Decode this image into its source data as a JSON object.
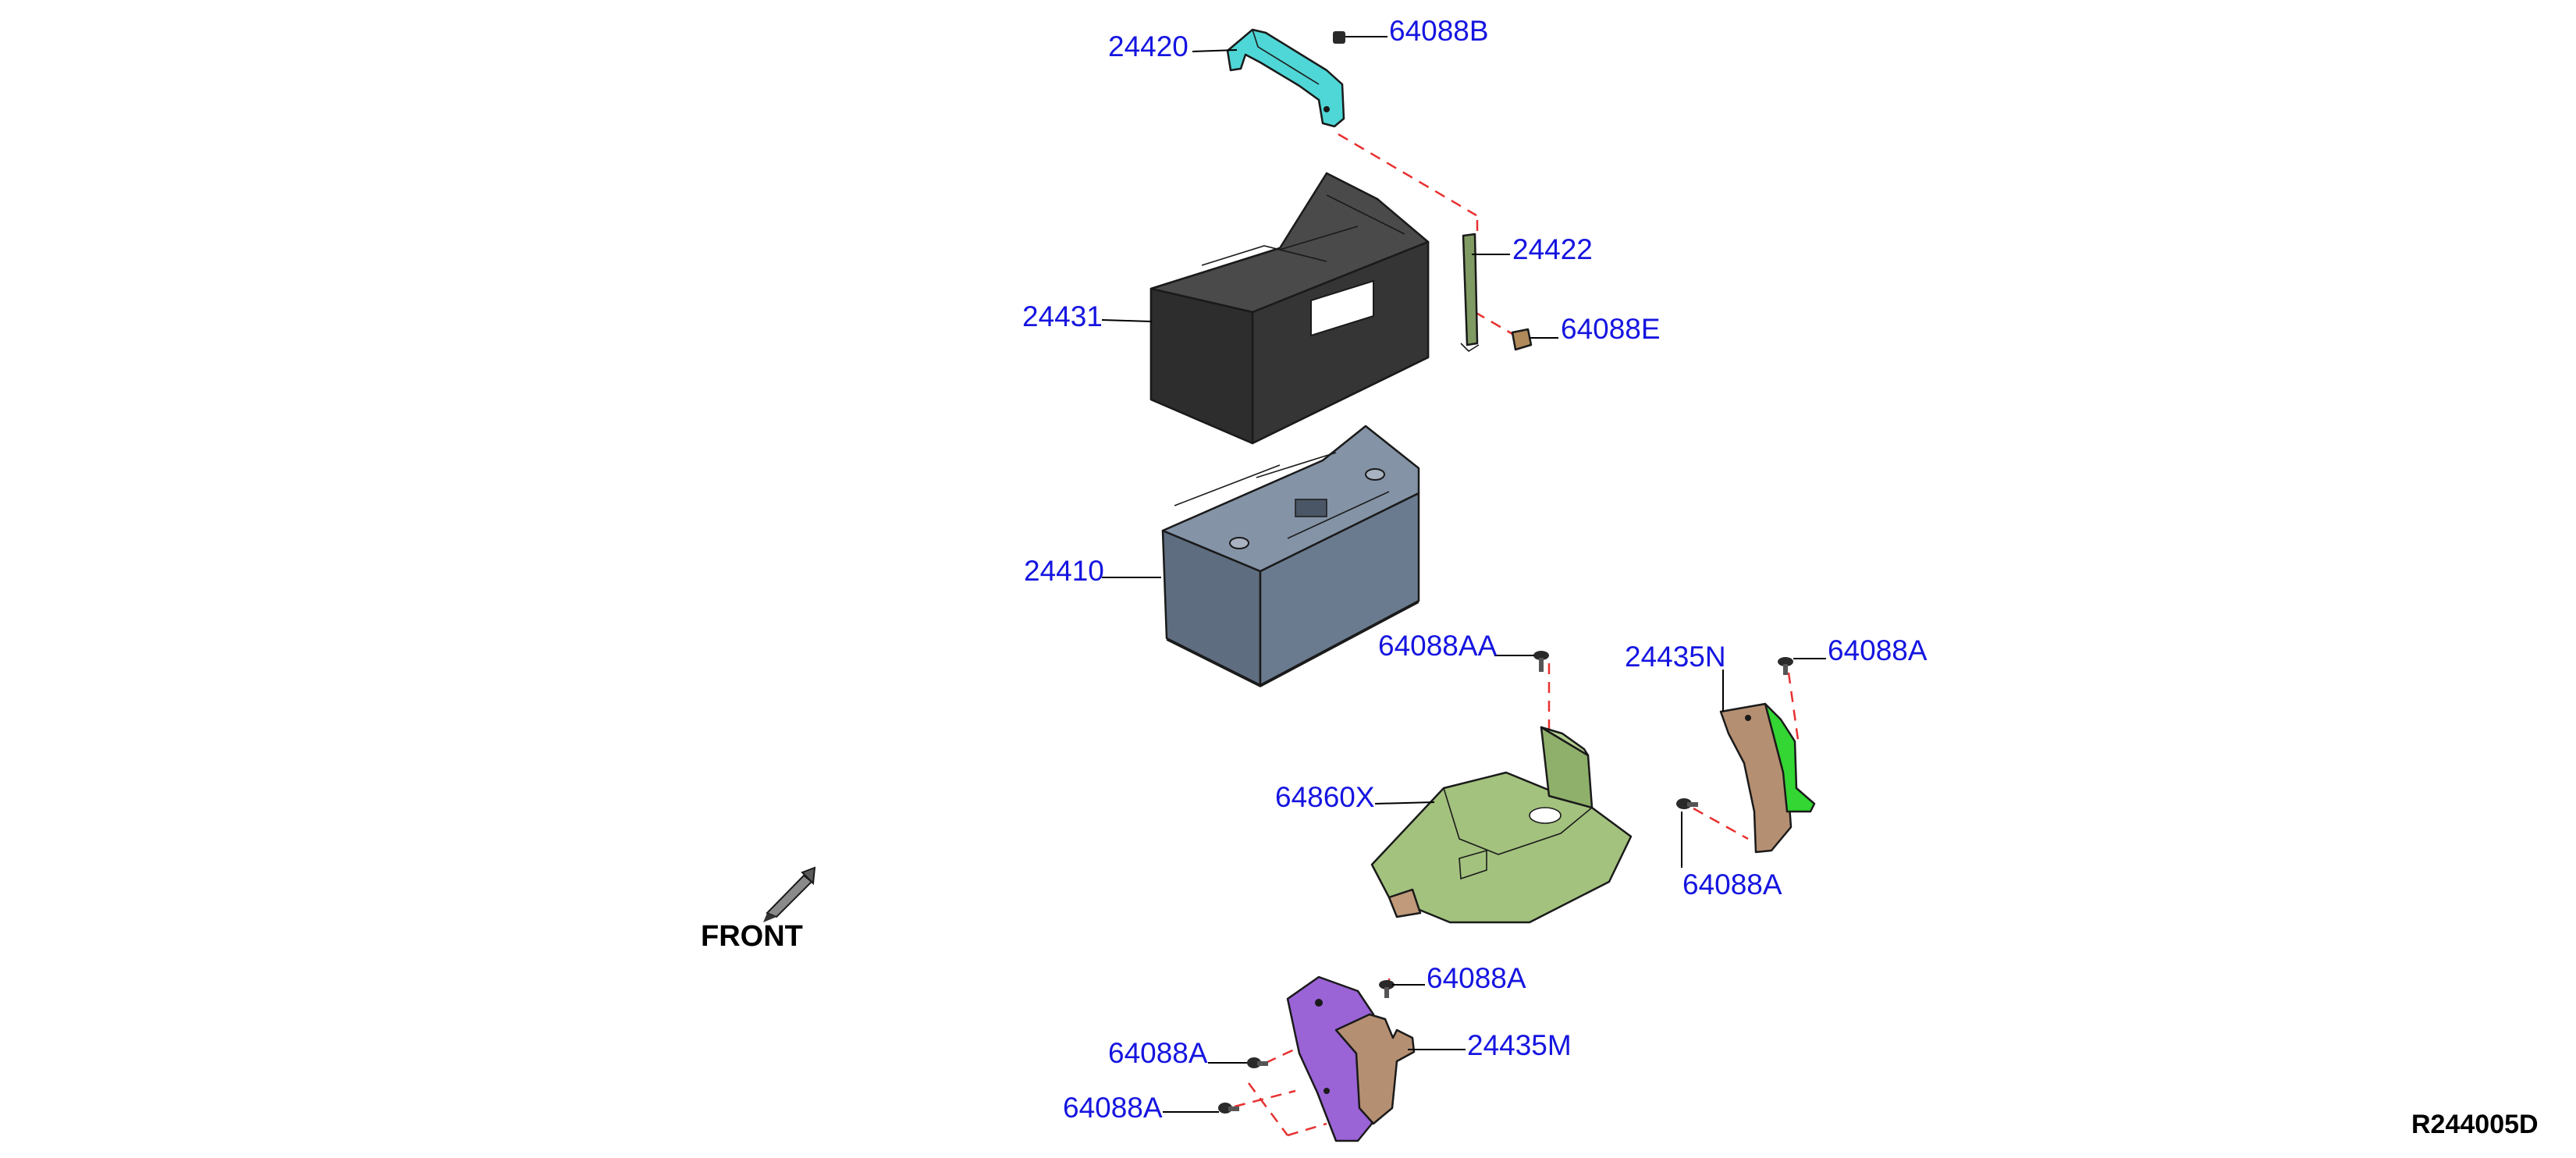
{
  "callouts": {
    "p24420": "24420",
    "p64088B": "64088B",
    "p24422": "24422",
    "p24431": "24431",
    "p64088E": "64088E",
    "p24410": "24410",
    "p64088AA": "64088AA",
    "p24435N": "24435N",
    "p64088A_right_top": "64088A",
    "p64860X": "64860X",
    "p64088A_right_bottom": "64088A",
    "p64088A_lower_top": "64088A",
    "p24435M": "24435M",
    "p64088A_lower_mid": "64088A",
    "p64088A_lower_bottom": "64088A"
  },
  "orientation": {
    "label": "FRONT"
  },
  "reference": {
    "code": "R244005D"
  },
  "colors": {
    "callout_text": "#1515e0",
    "dashed_lines": "#e83030",
    "bracket_24420": "#4fd6d6",
    "battery_cover": "#3b3b3b",
    "battery": "#6f7f93",
    "tray": "#9fbf78",
    "bracket_24435N_main": "#b58f72",
    "bracket_24435N_side": "#33d633",
    "bracket_24435M_main": "#9a63d6",
    "bracket_24435M_side": "#b58f72"
  }
}
